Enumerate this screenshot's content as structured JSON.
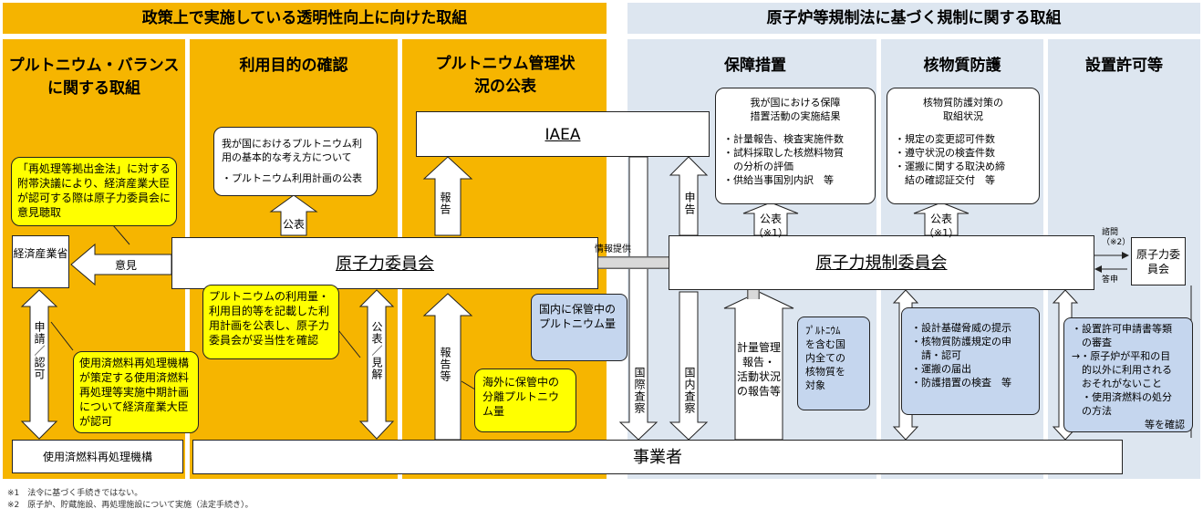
{
  "headers": {
    "left": "政策上で実施している透明性向上に向けた取組",
    "right": "原子炉等規制法に基づく規制に関する取組"
  },
  "columns": {
    "plutonium_balance": "プルトニウム・バランスに関する取組",
    "purpose_check": "利用目的の確認",
    "publication": "プルトニウム管理状況の公表",
    "safeguards": "保障措置",
    "physical_protection": "核物質防護",
    "permission": "設置許可等"
  },
  "entities": {
    "iaea": "IAEA",
    "aec": "原子力委員会",
    "nra": "原子力規制委員会",
    "meti": "経済産業省",
    "reprocessing_org": "使用済燃料再処理機構",
    "operators": "事業者",
    "aec_small": "原子力委員会"
  },
  "notes": {
    "reprocessing_law": "「再処理等拠出金法」に対する附帯決議により、経済産業大臣が認可する際は原子力委員会に意見聴取",
    "plan_approval": "使用済燃料再処理機構が策定する使用済燃料再処理等実施中期計画について経済産業大臣が認可",
    "purpose_plan": "プルトニウムの利用量・利用目的等を記載した利用計画を公表し、原子力委員会が妥当性を確認",
    "overseas": "海外に保管中の分離プルトニウム量",
    "domestic": "国内に保管中のプルトニウム量",
    "aec_policy_lines": [
      "我が国におけるプルトニウム利",
      "用の基本的な考え方について",
      "",
      "・プルトニウム利用計画の公表"
    ],
    "safeguards_lines": [
      "我が国における保障",
      "措置活動の実施結果",
      "",
      "・計量報告、検査実施件数",
      "・試料採取した核燃料物質",
      "　の分析の評価",
      "・供給当事国別内訳　等"
    ],
    "pp_lines": [
      "核物質防護対策の",
      "取組状況",
      "",
      "・規定の変更認可件数",
      "・遵守状況の検査件数",
      "・運搬に関する取決め締",
      "　結の確認証交付　等"
    ],
    "accounting_lines": [
      "計量管理",
      "報告・",
      "活動状況",
      "の報告等"
    ],
    "all_material_lines": [
      "ﾌﾟﾙﾄﾆｳﾑ",
      "を含む国",
      "内全ての",
      "核物質を",
      "対象"
    ],
    "pp_items_lines": [
      "・設計基礎脅威の提示",
      "・核物質防護規定の申",
      "　請・認可",
      "・運搬の届出",
      "・防護措置の検査　等"
    ],
    "permission_lines": [
      "・設置許可申請書等類",
      "　の審査",
      "→・原子炉が平和の目",
      "　的以外に利用される",
      "　おそれがないこと",
      "　・使用済燃料の処分",
      "　の方法"
    ],
    "permission_tail": "等を確認"
  },
  "labels": {
    "opinion": "意見",
    "publish1": "公表",
    "report1": "報告",
    "report2": "報告等",
    "apply_approve": "申請／認可",
    "publish_opinion": "公表／見解",
    "info": "情報提供",
    "intl_insp": "国際査察",
    "dom_insp": "国内査察",
    "declare": "申告",
    "publish_s": "公表",
    "note1": "（※1）",
    "publish_p": "公表",
    "note1b": "（※1）",
    "consult": "諮問",
    "note2": "（※2）",
    "answer": "答申"
  },
  "footnotes": [
    "※1　法令に基づく手続きではない。",
    "※2　原子炉、貯蔵施設、再処理施設について実施（法定手続き）。"
  ]
}
